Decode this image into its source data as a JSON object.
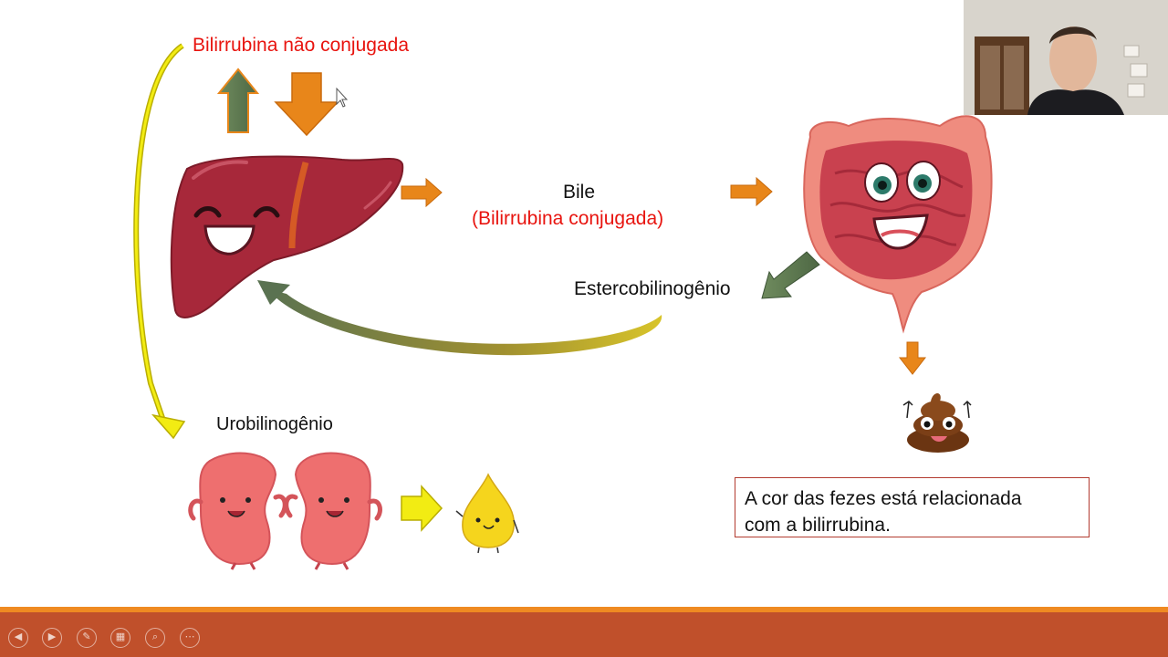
{
  "slide": {
    "title_unconjugated": "Bilirrubina não conjugada",
    "bile_label": "Bile",
    "bile_sublabel": "(Bilirrubina conjugada)",
    "stercobilinogen_label": "Estercobilinogênio",
    "urobilinogen_label": "Urobilinogênio",
    "note_text_line1": "A cor das fezes está relacionada",
    "note_text_line2": "com a bilirrubina.",
    "colors": {
      "accent_red": "#e8140f",
      "arrow_orange": "#e8861a",
      "arrow_green": "#5a7251",
      "arrow_yellow": "#f2ec13",
      "footer": "#c0502b"
    }
  },
  "toolbar": {
    "buttons": [
      {
        "name": "previous-slide-button",
        "icon": "arrow-left-icon",
        "glyph": "◀"
      },
      {
        "name": "next-slide-button",
        "icon": "arrow-right-icon",
        "glyph": "▶"
      },
      {
        "name": "pen-button",
        "icon": "pen-icon",
        "glyph": "✎"
      },
      {
        "name": "see-all-slides-button",
        "icon": "grid-icon",
        "glyph": "▦"
      },
      {
        "name": "zoom-button",
        "icon": "magnifier-icon",
        "glyph": "⌕"
      },
      {
        "name": "more-options-button",
        "icon": "more-icon",
        "glyph": "⋯"
      }
    ]
  }
}
